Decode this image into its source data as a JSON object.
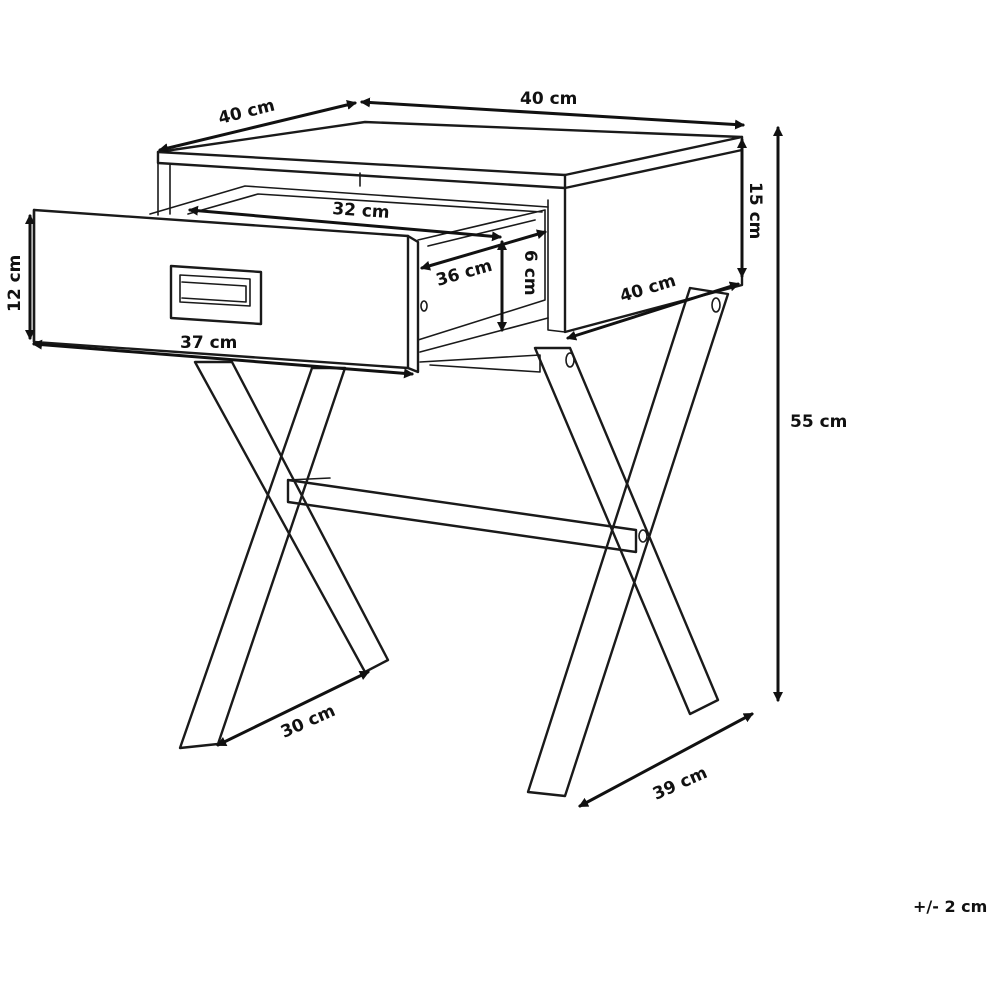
{
  "dimensions": {
    "top_depth": "40 cm",
    "top_width": "40 cm",
    "body_height": "15 cm",
    "drawer_inner_width": "32 cm",
    "drawer_inner_depth": "36 cm",
    "drawer_inner_height": "6 cm",
    "side_depth": "40 cm",
    "drawer_front_height": "12 cm",
    "drawer_front_width": "37 cm",
    "total_height": "55 cm",
    "leg_span_left": "30 cm",
    "leg_span_right": "39 cm"
  },
  "tolerance": "+/- 2 cm"
}
